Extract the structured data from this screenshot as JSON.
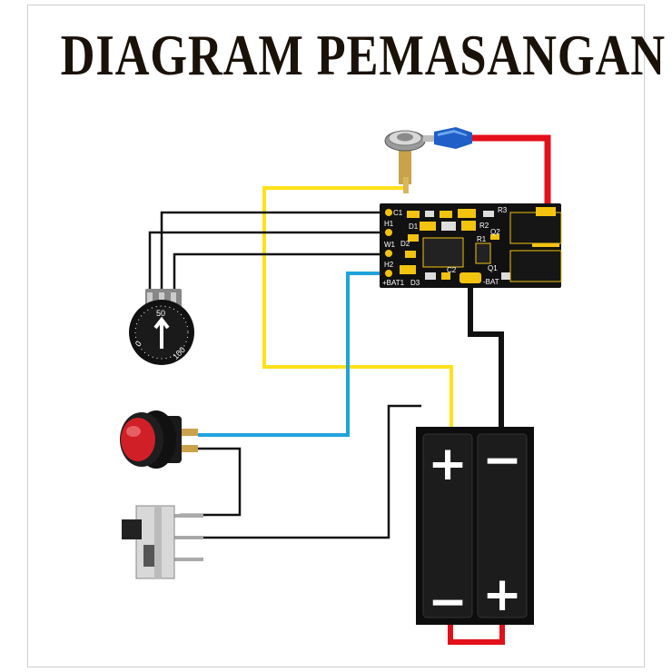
{
  "title": "DIAGRAM PEMASANGAN",
  "pcb": {
    "labels": {
      "c1": "C1",
      "h1": "H1",
      "w1": "W1",
      "h2": "H2",
      "bat1": "+BAT1",
      "d1": "D1",
      "d2": "D2",
      "d3": "D3",
      "r1": "R1",
      "r2": "R2",
      "r3": "R3",
      "q1": "Q1",
      "q2": "Q2",
      "c2": "C2",
      "bat_neg": "-BAT"
    }
  },
  "potentiometer": {
    "dial_min": "0",
    "dial_mid": "50",
    "dial_max": "100"
  },
  "battery_holder": {
    "top_left": "+",
    "top_right": "−",
    "bottom_left": "−",
    "bottom_right": "+"
  },
  "colors": {
    "wire_red": "#e3101b",
    "wire_yellow": "#ffe11a",
    "wire_blue": "#1fa3dc",
    "wire_black": "#111111",
    "pcb": "#111111",
    "pad": "#f2c30f",
    "button_cap": "#d01f26"
  }
}
